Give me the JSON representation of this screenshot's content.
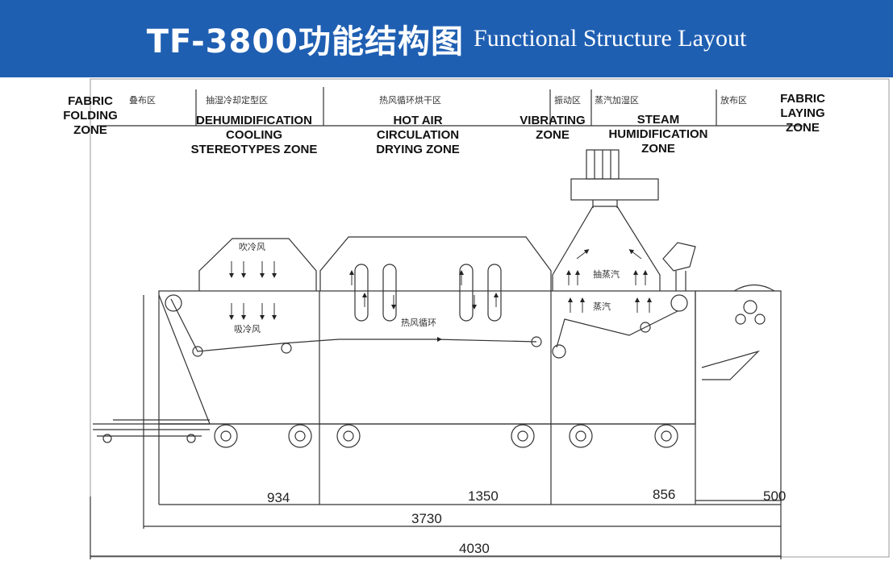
{
  "header": {
    "title_cn": "TF-3800功能结构图",
    "title_en": "Functional Structure Layout",
    "background_color": "#1f5fb2"
  },
  "zones": [
    {
      "id": "fabric-folding",
      "label": "FABRIC\nFOLDING\nZONE",
      "label_cn": "叠布区"
    },
    {
      "id": "dehumidification",
      "label": "DEHUMIDIFICATION\nCOOLING\nSTEREOTYPES ZONE",
      "label_cn": "抽湿冷却定型区"
    },
    {
      "id": "hot-air",
      "label": "HOT AIR\nCIRCULATION\nDRYING ZONE",
      "label_cn": "热风循环烘干区"
    },
    {
      "id": "vibrating",
      "label": "VIBRATING\nZONE",
      "label_cn": "振动区"
    },
    {
      "id": "steam",
      "label": "STEAM\nHUMIDIFICATION\nZONE",
      "label_cn": "蒸汽加湿区"
    },
    {
      "id": "fabric-laying",
      "label": "FABRIC\nLAYING\nZONE",
      "label_cn": "放布区"
    }
  ],
  "inner_labels": {
    "blow_cold_air": "吹冷风",
    "suck_cold_air": "吸冷风",
    "hot_air_circulation": "热风循环",
    "extract_steam": "抽蒸汽",
    "steam": "蒸汽"
  },
  "dimensions": {
    "d934": "934",
    "d1350": "1350",
    "d856": "856",
    "d500": "500",
    "d3730": "3730",
    "d4030": "4030"
  }
}
